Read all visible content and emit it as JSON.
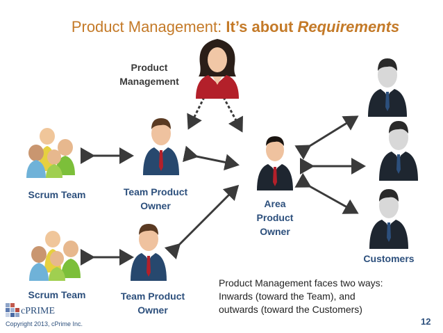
{
  "title": {
    "prefix": "Product Management: ",
    "bold": "It’s about ",
    "bold_italic": "Requirements"
  },
  "labels": {
    "product_management_line1": "Product",
    "product_management_line2": "Management",
    "scrum_team_top": "Scrum Team",
    "scrum_team_bottom": "Scrum Team",
    "team_po_top_line1": "Team Product",
    "team_po_top_line2": "Owner",
    "team_po_bottom_line1": "Team Product",
    "team_po_bottom_line2": "Owner",
    "area_po_line1": "Area",
    "area_po_line2": "Product",
    "area_po_line3": "Owner",
    "customers": "Customers"
  },
  "note": {
    "line1": "Product Management faces two ways:",
    "line2": "Inwards (toward the Team), and",
    "line3": "outwards (toward the Customers)"
  },
  "footer": {
    "logo_text": "cPRIME",
    "copyright": "Copyright 2013, cPrime Inc.",
    "page_number": "12"
  },
  "colors": {
    "title": "#c47a28",
    "arrow": "#3a3a3a",
    "suit_blue": "#27486e",
    "suit_dark": "#1e2630",
    "woman_red": "#b3202a"
  }
}
